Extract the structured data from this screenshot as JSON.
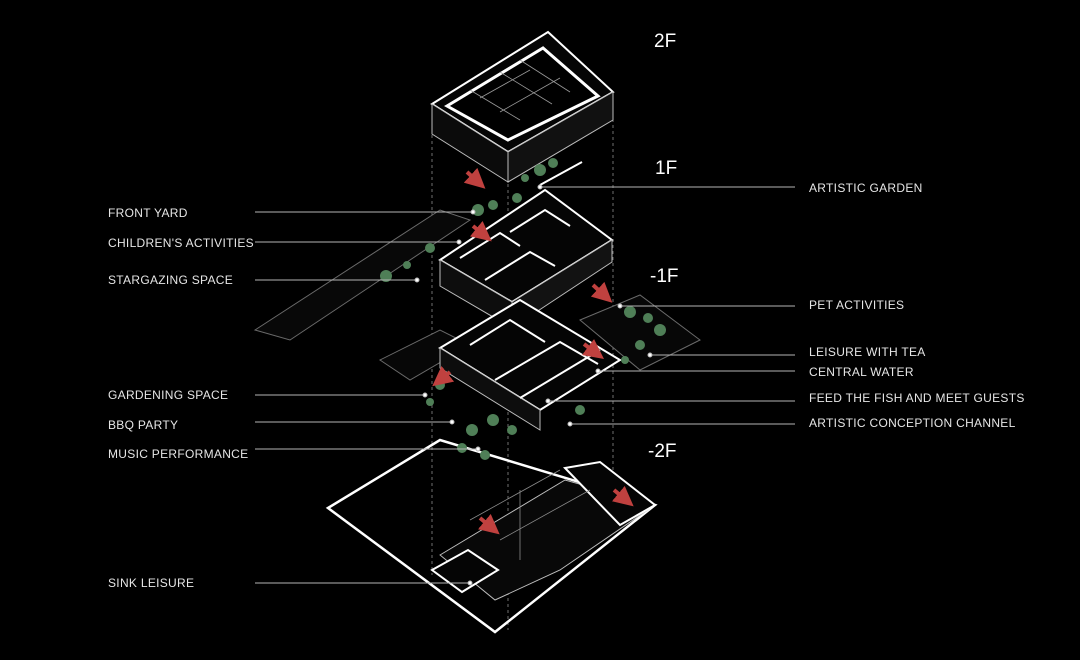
{
  "floors": {
    "f2": "2F",
    "f1": "1F",
    "b1": "-1F",
    "b2": "-2F"
  },
  "labels_left": [
    "FRONT YARD",
    "CHILDREN'S ACTIVITIES",
    "STARGAZING SPACE",
    "GARDENING SPACE",
    "BBQ PARTY",
    "MUSIC PERFORMANCE",
    "SINK LEISURE"
  ],
  "labels_right": [
    "ARTISTIC GARDEN",
    "PET ACTIVITIES",
    "LEISURE WITH TEA",
    "CENTRAL WATER",
    "FEED THE FISH AND MEET GUESTS",
    "ARTISTIC CONCEPTION CHANNEL"
  ],
  "colors": {
    "background": "#000000",
    "line": "#ffffff",
    "leader": "#b5b5b5",
    "tree": "#4f7f57",
    "arrow": "#c0413f"
  }
}
